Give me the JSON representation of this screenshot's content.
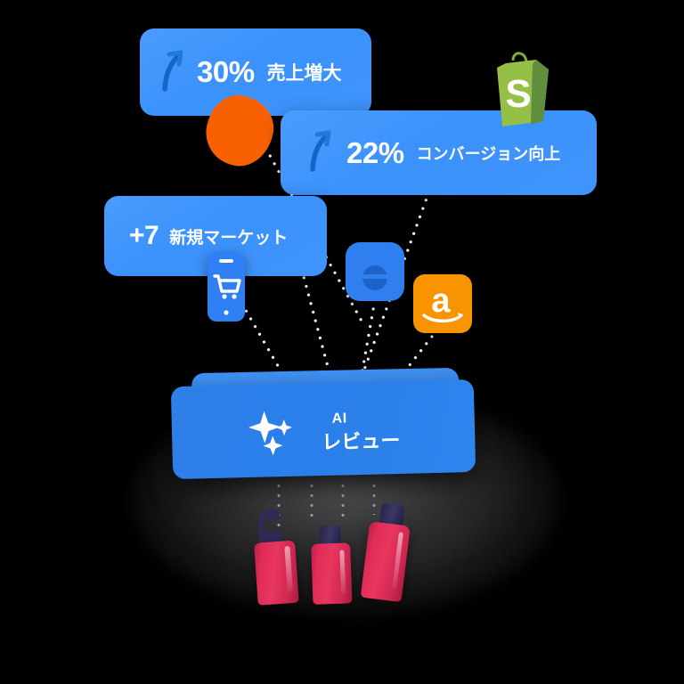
{
  "scene": {
    "background_color": "#000000",
    "accent_blue": "#3b92fb",
    "deep_blue": "#2a7fea",
    "orange": "#f96100",
    "amazon_orange": "#f79400",
    "shopify_green": "#95bf47",
    "bottle_pink": "#e02c57",
    "bottle_cap": "#2f2b55"
  },
  "cards": [
    {
      "id": "sales",
      "icon": "trend-up-arrow-icon",
      "value": "30%",
      "label": "売上増大"
    },
    {
      "id": "conversion",
      "icon": "trend-up-arrow-icon",
      "value": "22%",
      "label": "コンバージョン向上"
    },
    {
      "id": "markets",
      "icon": "",
      "value": "+7",
      "label": "新規マーケット"
    }
  ],
  "center_card": {
    "icon": "sparkles-icon",
    "title": "AI",
    "subtitle": "レビュー"
  },
  "platform_icons": [
    {
      "id": "shopify",
      "name": "shopify-logo-icon",
      "letter": "S",
      "color": "#95bf47"
    },
    {
      "id": "amazon",
      "name": "amazon-logo-icon",
      "letter": "a",
      "color": "#f79400"
    },
    {
      "id": "store",
      "name": "store-app-icon",
      "color": "#2f7ff0"
    },
    {
      "id": "mobile-cart",
      "name": "mobile-shopping-cart-icon",
      "color": "#2f80f5"
    }
  ],
  "decoration": {
    "orange_blob": "orange-blob-shape",
    "connector_style": "dotted"
  },
  "products": [
    {
      "id": "pump-bottle",
      "name": "cosmetic-pump-bottle"
    },
    {
      "id": "short-bottle",
      "name": "cosmetic-short-bottle"
    },
    {
      "id": "tall-bottle",
      "name": "cosmetic-tall-bottle"
    }
  ]
}
